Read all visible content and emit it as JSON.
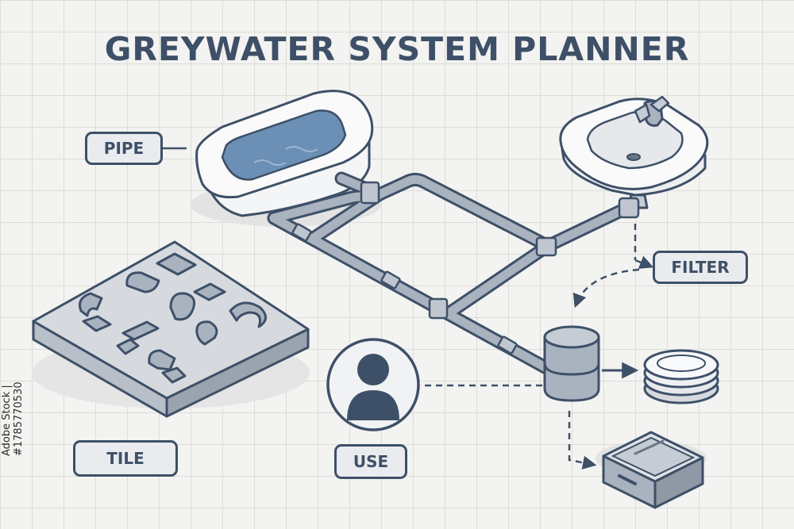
{
  "title": "GREYWATER SYSTEM PLANNER",
  "labels": {
    "pipe": "PIPE",
    "filter": "FILTER",
    "tile": "TILE",
    "use": "USE"
  },
  "icons": [
    "bathtub-icon",
    "sink-icon",
    "faucet-icon",
    "pipe-network-icon",
    "filter-tank-icon",
    "plate-stack-icon",
    "tray-icon",
    "tile-board-icon",
    "user-icon",
    "arrow-icon"
  ],
  "watermark": "Adobe Stock | #1785770530",
  "colors": {
    "outline": "#3e5068",
    "pipe": "#a9b2bf",
    "water": "#6b8fb5",
    "label_bg": "#e9ebee",
    "background": "#f3f3f1"
  }
}
